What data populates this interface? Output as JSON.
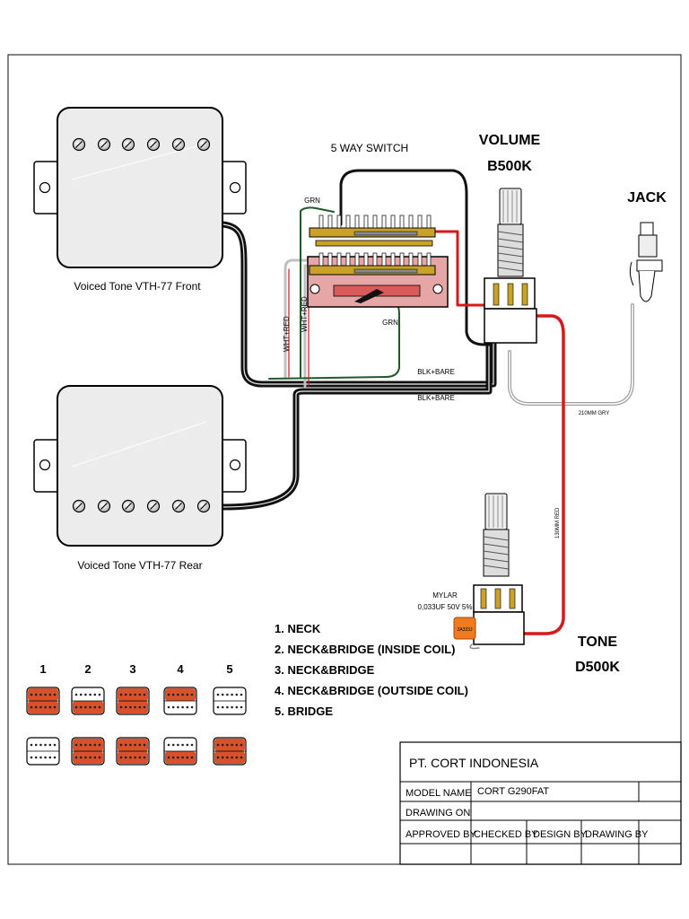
{
  "labels": {
    "front_pickup": "Voiced Tone VTH-77 Front",
    "rear_pickup": "Voiced Tone VTH-77 Rear",
    "switch": "5 WAY SWITCH",
    "volume_line1": "VOLUME",
    "volume_line2": "B500K",
    "jack": "JACK",
    "tone_line1": "TONE",
    "tone_line2": "D500K",
    "grn_top": "GRN",
    "grn_bottom": "GRN",
    "wht_red_1": "WHT+RED",
    "wht_red_2": "WHT+RED",
    "blk_bare_1": "BLK+BARE",
    "blk_bare_2": "BLK+BARE",
    "gry_wire": "210MM GRY",
    "red_wire": "130MM RED",
    "cap_line1": "MYLAR",
    "cap_line2": "0,033UF 50V 5%",
    "cap_body": "2A333J"
  },
  "positions": [
    "1. NECK",
    "2. NECK&BRIDGE (INSIDE COIL)",
    "3. NECK&BRIDGE",
    "4. NECK&BRIDGE (OUTSIDE COIL)",
    "5. BRIDGE"
  ],
  "position_numbers": [
    "1",
    "2",
    "3",
    "4",
    "5"
  ],
  "title_block": {
    "company": "PT. CORT INDONESIA",
    "model_name_label": "MODEL NAME",
    "model_name_value": "CORT G290FAT",
    "drawing_on_label": "DRAWING ON",
    "approved_by_label": "APPROVED BY",
    "checked_by_label": "CHECKED BY",
    "design_by_label": "DESIGN BY",
    "drawing_by_label": "DRAWING BY"
  },
  "colors": {
    "coil_active": "#d7522a",
    "coil_inactive": "#ffffff",
    "pickup_body": "#ececec",
    "wire_black": "#111111",
    "wire_red": "#d41a1a",
    "wire_green": "#1f5a2a",
    "wire_gray": "#9a9a9a",
    "switch_gold": "#c9a227",
    "switch_board": "#e7a6a6"
  }
}
